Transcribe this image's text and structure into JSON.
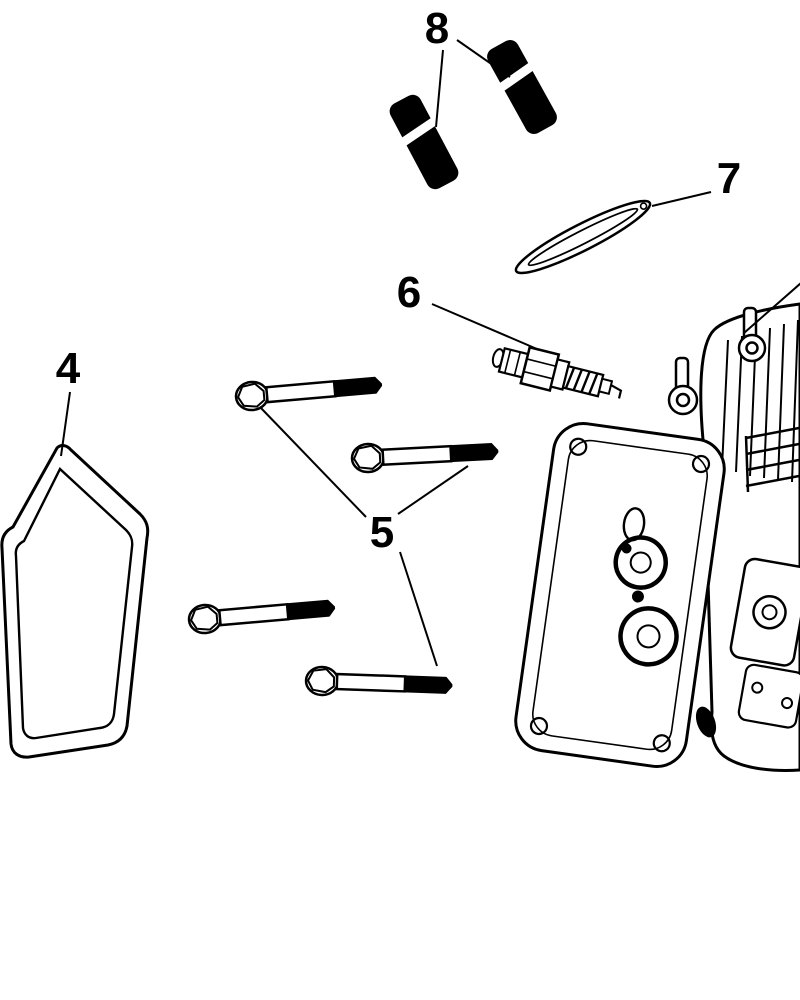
{
  "diagram": {
    "type": "exploded-parts-diagram",
    "background_color": "#ffffff",
    "line_color": "#000000",
    "callouts": [
      {
        "label": "8"
      },
      {
        "label": "7"
      },
      {
        "label": "6"
      },
      {
        "label": "4"
      },
      {
        "label": "5"
      }
    ]
  }
}
